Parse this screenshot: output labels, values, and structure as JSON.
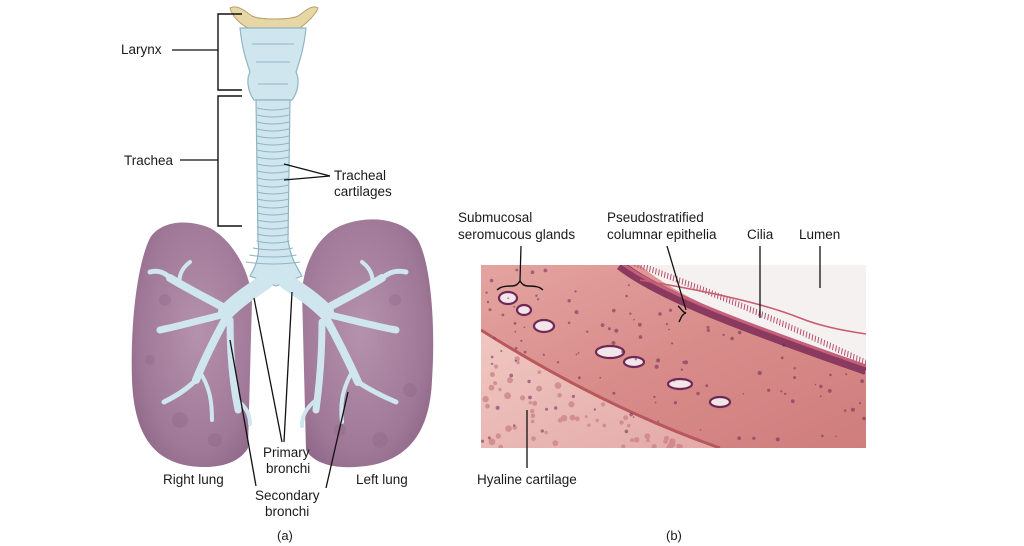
{
  "panel_a": {
    "caption": "(a)",
    "labels": {
      "larynx": "Larynx",
      "trachea": "Trachea",
      "tracheal_cartilages_line1": "Tracheal",
      "tracheal_cartilages_line2": "cartilages",
      "primary_bronchi_line1": "Primary",
      "primary_bronchi_line2": "bronchi",
      "secondary_bronchi_line1": "Secondary",
      "secondary_bronchi_line2": "bronchi",
      "right_lung": "Right lung",
      "left_lung": "Left lung"
    }
  },
  "panel_b": {
    "caption": "(b)",
    "labels": {
      "submucosal_line1": "Submucosal",
      "submucosal_line2": "seromucous glands",
      "pseudostratified_line1": "Pseudostratified",
      "pseudostratified_line2": "columnar epithelia",
      "cilia": "Cilia",
      "lumen": "Lumen",
      "hyaline_cartilage": "Hyaline cartilage"
    }
  },
  "colors": {
    "lung": "#a07a97",
    "airway": "#cfe6ee",
    "airway_outline": "#8fb5c4",
    "hyoid": "#e8d7a6",
    "tissue": "#d98c8c",
    "epithelium": "#8a3a5e",
    "cartilage": "#e8b7b5"
  }
}
